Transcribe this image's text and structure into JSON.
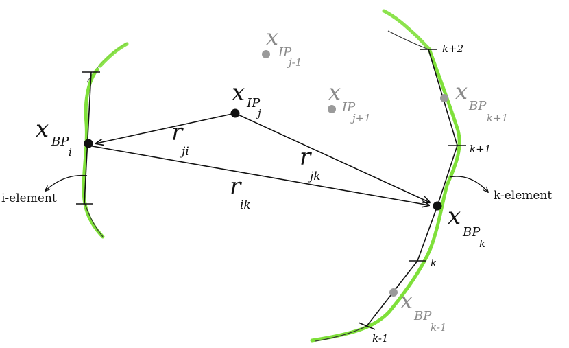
{
  "colors": {
    "boundary_green": "#7fe03a",
    "segment": "#111111",
    "node_dark": "#111111",
    "node_grey": "#9a9a9a",
    "label_grey": "#8a8a8a"
  },
  "labels": {
    "x": "x",
    "r": "r",
    "ip_j": {
      "sub": "IP",
      "subsub": "j"
    },
    "ip_j_minus_1": {
      "sub": "IP",
      "subsub": "j-1"
    },
    "ip_j_plus_1": {
      "sub": "IP",
      "subsub": "j+1"
    },
    "bp_i": {
      "sub": "BP",
      "subsub": "i"
    },
    "bp_k": {
      "sub": "BP",
      "subsub": "k"
    },
    "bp_k_plus_1": {
      "sub": "BP",
      "subsub": "k+1"
    },
    "bp_k_minus_1": {
      "sub": "BP",
      "subsub": "k-1"
    },
    "r_ji": "ji",
    "r_jk": "jk",
    "r_ik": "ik",
    "tick_k_plus_2": "k+2",
    "tick_k_plus_1": "k+1",
    "tick_k": "k",
    "tick_k_minus_1": "k-1",
    "i_element": "i-element",
    "k_element": "k-element"
  }
}
